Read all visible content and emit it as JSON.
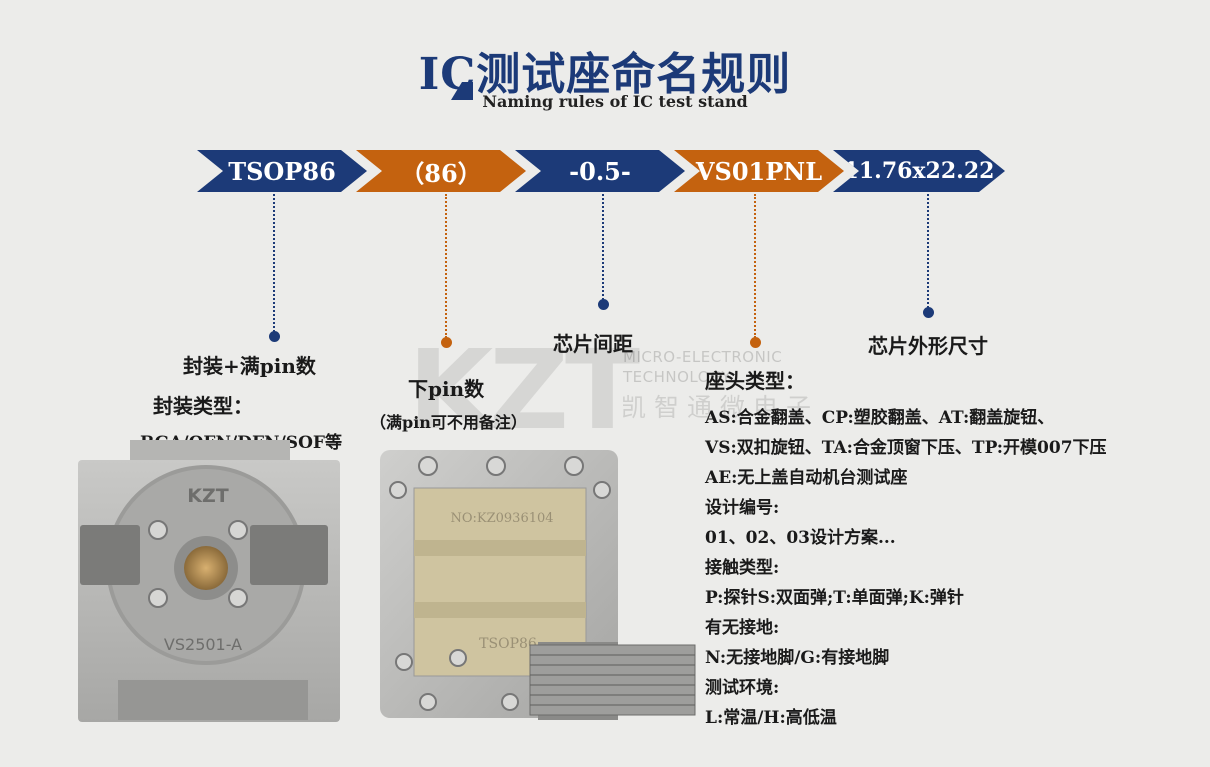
{
  "title": "IC测试座命名规则",
  "subtitle": "Naming rules of IC test stand",
  "segments": [
    {
      "label": "TSOP86",
      "color": "#1c3a78"
    },
    {
      "label": "（86）",
      "color": "#c4620f"
    },
    {
      "label": "-0.5-",
      "color": "#1c3a78"
    },
    {
      "label": "VS01PNL",
      "color": "#c4620f"
    },
    {
      "label": "11.76x22.22",
      "color": "#1c3a78"
    }
  ],
  "labels": {
    "package": "封装+满pin数",
    "package_type_title": "封装类型：",
    "package_types": "BGA/QFN/DFN/SOF等",
    "pin_count": "下pin数",
    "pin_note": "（满pin可不用备注）",
    "pitch": "芯片间距",
    "size": "芯片外形尺寸",
    "socket_type_title": "座头类型："
  },
  "socket_details": [
    "AS:合金翻盖、CP:塑胶翻盖、AT:翻盖旋钮、",
    "VS:双扣旋钮、TA:合金顶窗下压、TP:开模007下压",
    "AE:无上盖自动机台测试座",
    "设计编号:",
    "01、02、03设计方案...",
    "接触类型:",
    "P:探针S:双面弹;T:单面弹;K:弹针",
    "有无接地:",
    "N:无接地脚/G:有接地脚",
    "测试环境:",
    "L:常温/H:高低温"
  ],
  "watermark": {
    "letters": "KZT",
    "english_1": "MICRO-ELECTRONIC",
    "english_2": "TECHNOLOGY",
    "chinese": "凯智通微电子"
  },
  "photo_left": {
    "logo": "KZT",
    "model": "VS2501-A"
  },
  "photo_right": {
    "serial": "NO:KZ0936104",
    "package": "TSOP86"
  },
  "colors": {
    "blue": "#1c3a78",
    "orange": "#c4620f",
    "background": "#ececea"
  }
}
